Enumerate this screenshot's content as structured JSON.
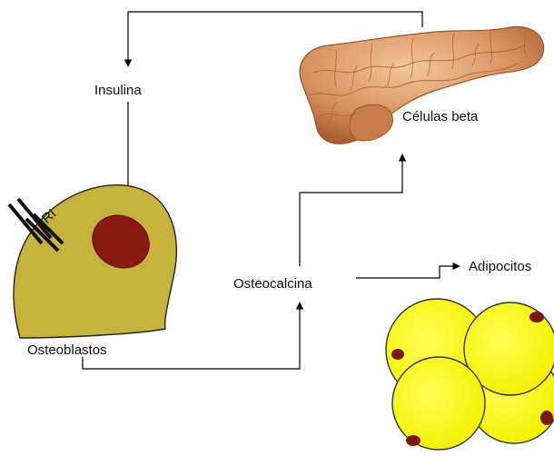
{
  "labels": {
    "insulin": "Insulina",
    "beta_cells": "Células beta",
    "receptor": "RI",
    "osteocalcin": "Osteocalcina",
    "osteoblasts": "Osteoblastos",
    "adipocytes": "Adipocitos"
  },
  "colors": {
    "osteoblast_body": "#c8b23e",
    "osteoblast_nucleus": "#8a1a10",
    "adipocyte_fill": "#ffff1a",
    "adipocyte_nucleus": "#7a1a0e",
    "pancreas_light": "#e9b07e",
    "pancreas_dark": "#b8693a",
    "arrow": "#000000"
  }
}
